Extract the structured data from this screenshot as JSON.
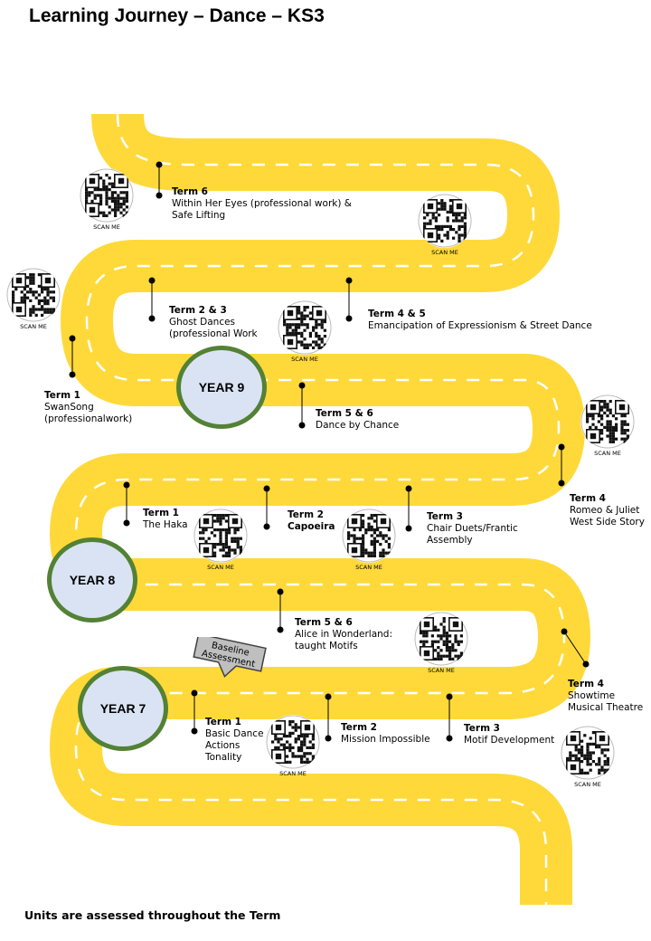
{
  "title": "Learning Journey – Dance – KS3",
  "footer": "Units are assessed throughout the Term",
  "qr_caption": "SCAN ME",
  "baseline": {
    "line1": "Baseline",
    "line2": "Assessment"
  },
  "colors": {
    "road": "#ffd939",
    "dash": "#ffffff",
    "year_fill": "#dae3f3",
    "year_border": "#538135"
  },
  "years": {
    "y9": "YEAR 9",
    "y8": "YEAR 8",
    "y7": "YEAR 7"
  },
  "units": {
    "y9_t6": {
      "term": "Term 6",
      "lines": [
        "Within Her Eyes (professional work) &",
        "Safe Lifting"
      ]
    },
    "y9_t23": {
      "term": "Term 2 & 3",
      "lines": [
        "Ghost Dances",
        "(professional Work"
      ]
    },
    "y9_t45": {
      "term": "Term 4 & 5",
      "lines": [
        "Emancipation of Expressionism & Street Dance"
      ]
    },
    "y9_t1": {
      "term": "Term 1",
      "lines": [
        "SwanSong",
        "(professionalwork)"
      ]
    },
    "y9_t56": {
      "term": "Term 5 & 6",
      "lines": [
        "Dance by Chance"
      ]
    },
    "y8_t4": {
      "term": "Term 4",
      "lines": [
        "Romeo & Juliet",
        "West Side Story"
      ]
    },
    "y8_t1": {
      "term": "Term 1",
      "lines": [
        "The Haka"
      ]
    },
    "y8_t2": {
      "term": "Term 2",
      "lines": [
        "Capoeira"
      ]
    },
    "y8_t3": {
      "term": "Term 3",
      "lines": [
        "Chair Duets/Frantic",
        "Assembly"
      ]
    },
    "y8_t56": {
      "term": "Term 5 & 6",
      "lines": [
        "Alice in Wonderland:",
        "taught Motifs"
      ]
    },
    "y7_t4": {
      "term": "Term 4",
      "lines": [
        "Showtime",
        "Musical Theatre"
      ]
    },
    "y7_t1": {
      "term": "Term 1",
      "lines": [
        "Basic Dance",
        "Actions",
        "Tonality"
      ]
    },
    "y7_t2": {
      "term": "Term 2",
      "lines": [
        "Mission Impossible"
      ]
    },
    "y7_t3": {
      "term": "Term 3",
      "lines": [
        "Motif Development"
      ]
    }
  }
}
